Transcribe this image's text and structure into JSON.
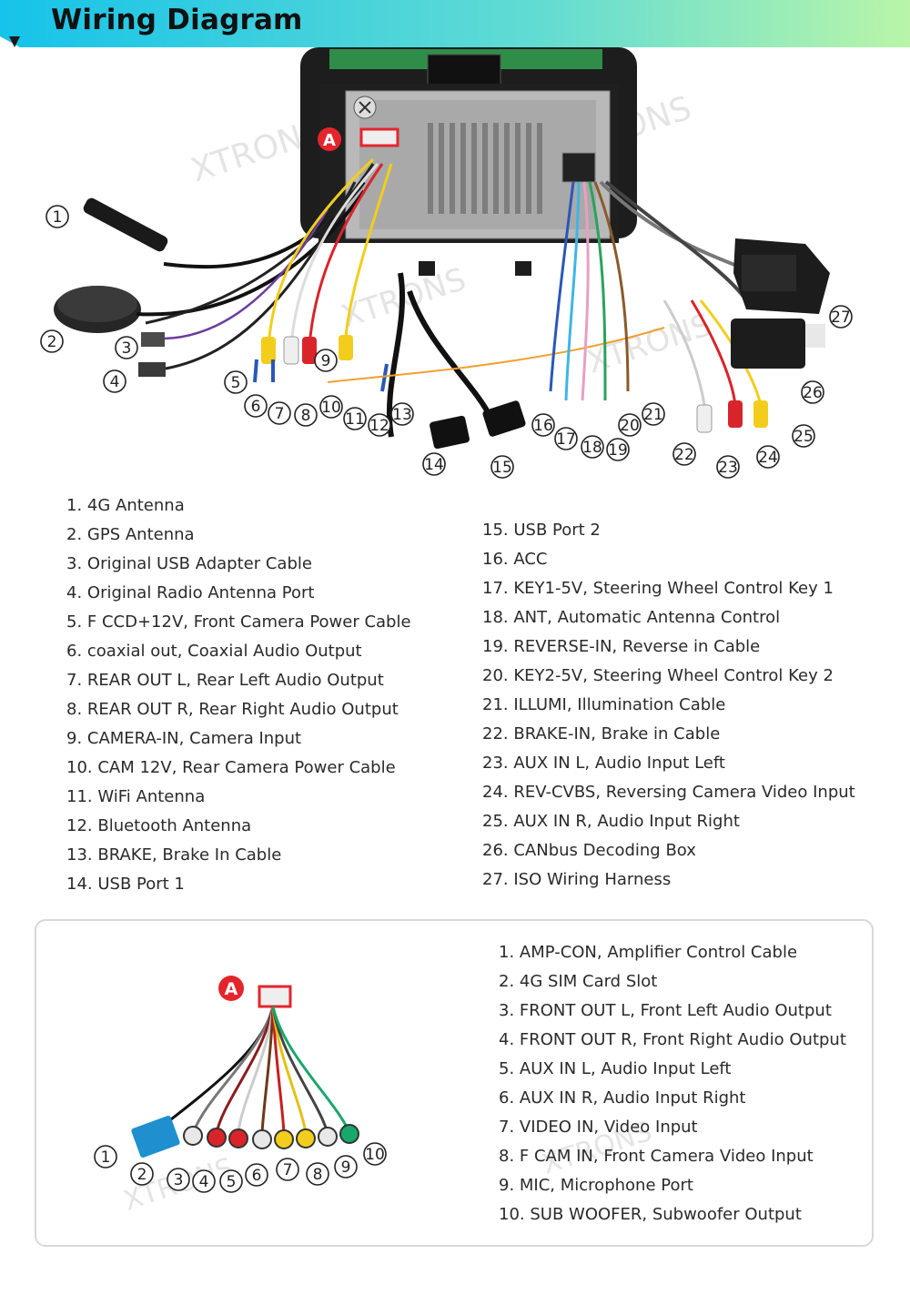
{
  "page": {
    "title": "Wiring Diagram"
  },
  "main_callouts": [
    "1",
    "2",
    "3",
    "4",
    "5",
    "6",
    "7",
    "8",
    "9",
    "10",
    "11",
    "12",
    "13",
    "14",
    "15",
    "16",
    "17",
    "18",
    "19",
    "20",
    "21",
    "22",
    "23",
    "24",
    "25",
    "26",
    "27"
  ],
  "connector_label": "A",
  "left_list": [
    "1. 4G Antenna",
    "2. GPS Antenna",
    "3. Original USB Adapter Cable",
    "4. Original Radio Antenna Port",
    "5. F CCD+12V, Front Camera Power Cable",
    "6. coaxial out, Coaxial Audio Output",
    "7. REAR OUT L, Rear Left Audio Output",
    "8. REAR OUT R, Rear Right Audio Output",
    "9. CAMERA-IN, Camera Input",
    "10. CAM 12V, Rear Camera Power Cable",
    "11. WiFi Antenna",
    "12. Bluetooth Antenna",
    "13. BRAKE, Brake In Cable",
    "14. USB Port 1"
  ],
  "right_list": [
    "15. USB Port 2",
    "16. ACC",
    "17. KEY1-5V, Steering Wheel Control Key 1",
    "18. ANT, Automatic Antenna Control",
    "19. REVERSE-IN, Reverse in Cable",
    "20. KEY2-5V, Steering Wheel Control Key 2",
    "21. ILLUMI, Illumination Cable",
    "22. BRAKE-IN, Brake in Cable",
    "23. AUX IN L, Audio Input Left",
    "24. REV-CVBS, Reversing Camera Video Input",
    "25. AUX IN R, Audio Input Right",
    "26. CANbus Decoding Box",
    "27. ISO Wiring Harness"
  ],
  "box_callouts": [
    "1",
    "2",
    "3",
    "4",
    "5",
    "6",
    "7",
    "8",
    "9",
    "10"
  ],
  "box_list": [
    "1. AMP-CON, Amplifier Control Cable",
    "2. 4G SIM Card Slot",
    "3. FRONT OUT L, Front Left Audio Output",
    "4. FRONT OUT R, Front Right Audio Output",
    "5. AUX IN L, Audio Input Left",
    "6. AUX IN R, Audio Input Right",
    "7. VIDEO IN, Video Input",
    "8. F CAM IN, Front Camera Video Input",
    "9. MIC, Microphone Port",
    "10. SUB WOOFER, Subwoofer Output"
  ],
  "colors": {
    "header_start": "#16c3ea",
    "header_end": "#b9f5a9",
    "marker_red": "#e3262c",
    "rca_red": "#d9242b",
    "rca_yellow": "#f2cd1c",
    "rca_white": "#efefef",
    "rca_green": "#18a86b"
  }
}
